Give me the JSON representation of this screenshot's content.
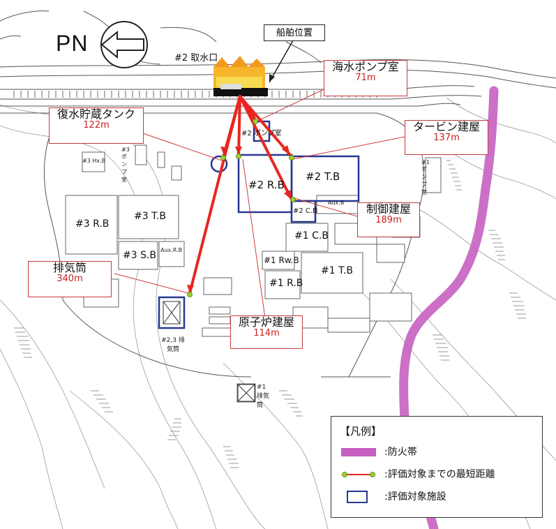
{
  "compass": {
    "label": "PN"
  },
  "ship": {
    "label": "船舶位置"
  },
  "intake": {
    "label": "#2 取水口"
  },
  "callouts": {
    "pump": {
      "name": "海水ポンプ室",
      "distance": "71m"
    },
    "tank": {
      "name": "復水貯蔵タンク",
      "distance": "122m"
    },
    "turbine": {
      "name": "タービン建屋",
      "distance": "137m"
    },
    "control": {
      "name": "制御建屋",
      "distance": "189m"
    },
    "stack": {
      "name": "排気筒",
      "distance": "340m"
    },
    "reactor": {
      "name": "原子炉建屋",
      "distance": "114m"
    }
  },
  "buildings": {
    "r2_rb": "#2 R.B",
    "r2_tb": "#2 T.B",
    "r2_cb": "#2 C.B",
    "r2_pump": "#2 ポンプ室",
    "r3_rb": "#3 R.B",
    "r3_tb": "#3 T.B",
    "r3_sb": "#3 S.B",
    "r3_hxb": "#3 Hx.B",
    "r1_cb": "#1 C.B",
    "r1_rwb": "#1 Rw.B",
    "r1_rb": "#1 R.B",
    "r1_tb": "#1 T.B",
    "stack23": "#2,3 排気筒",
    "stack1": "#1 排気筒",
    "r1_pump": "#1 ポンプ室",
    "r3_pump": "#3 ポンプ室",
    "aux_a": "Aux.R.B",
    "aux_b": "Aux.B"
  },
  "legend": {
    "title": "【凡例】",
    "firebreak": ":防火帯",
    "shortest": ":評価対象までの最短距離",
    "facility": ":評価対象施設"
  },
  "colors": {
    "firebreak": "#c65fc0",
    "arrow": "#e8261f",
    "facility_outline": "#27378f",
    "endpoint": "#9bd02c"
  }
}
